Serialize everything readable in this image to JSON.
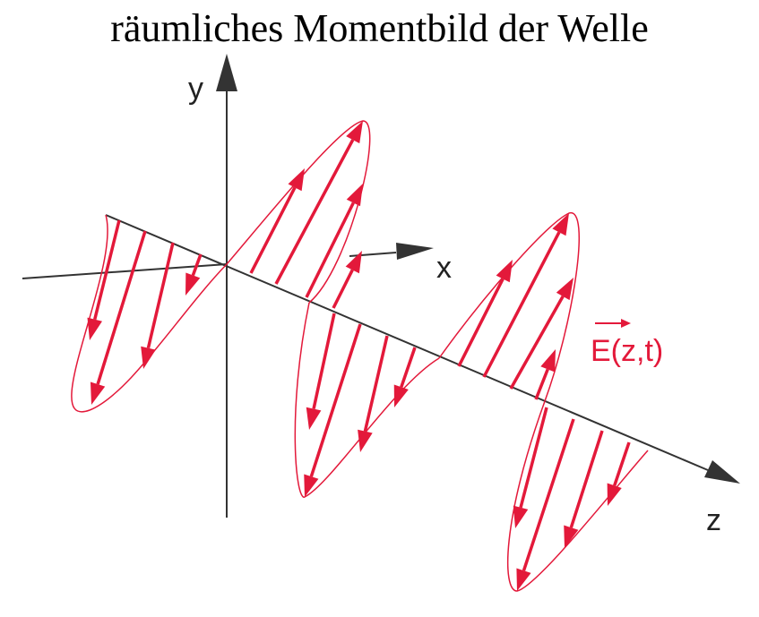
{
  "title": "räumliches Momentbild der Welle",
  "labels": {
    "y_axis": "y",
    "x_axis": "x",
    "z_axis": "z",
    "field": "E(z,t)"
  },
  "colors": {
    "axis": "#333333",
    "wave": "#e3193a"
  }
}
